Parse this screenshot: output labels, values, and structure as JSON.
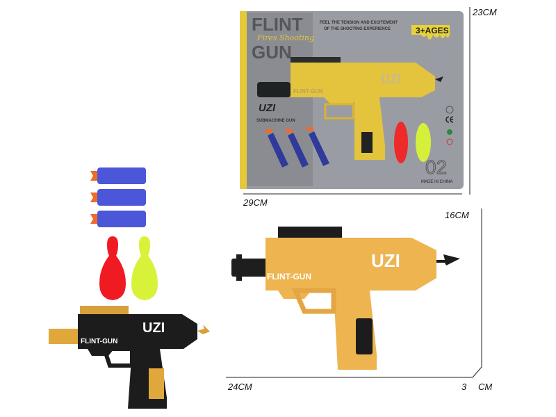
{
  "dimensions": {
    "package_height": "23CM",
    "package_width": "29CM",
    "gun_height": "16CM",
    "gun_length": "24CM",
    "gun_depth_value": "3",
    "gun_depth_unit": "CM"
  },
  "package": {
    "brand_top": "FLINT",
    "brand_bottom": "GUN",
    "script_text": "Fires Shooting",
    "tagline_1": "FEEL THE TENSION AND EXCITEMENT",
    "tagline_2": "OF THE SHOOTING EXPERIENCE",
    "age_badge": "3+AGES",
    "model_name": "UZI",
    "model_subtitle": "SUBMACHINE GUN",
    "model_number": "02",
    "origin": "MADE IN CHINA",
    "gun_brand_label": "FLINT-GUN",
    "gun_model_label": "UZI"
  },
  "colors": {
    "package_gray": "#9a9ca3",
    "gun_yellow": "#e7c43a",
    "gun_orange_tan": "#eeb450",
    "dart_blue": "#4b57d8",
    "dart_tip": "#f06a2a",
    "pin_red": "#f0202a",
    "pin_lime": "#d6f03a",
    "black_gun": "#1c1c1c"
  }
}
